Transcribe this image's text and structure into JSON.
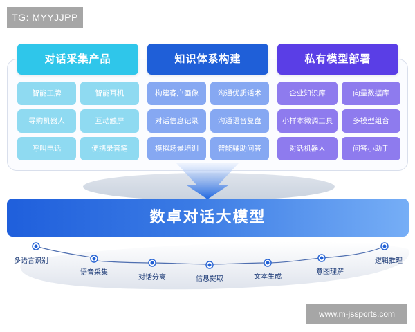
{
  "watermarks": {
    "top": "TG: MYYJJPP",
    "bottom": "www.m-jssports.com"
  },
  "columns": [
    {
      "title": "对话采集产品",
      "color": "#2fc6ea",
      "items": [
        "智能工牌",
        "智能耳机",
        "导购机器人",
        "互动触屏",
        "呼叫电话",
        "便携录音笔"
      ]
    },
    {
      "title": "知识体系构建",
      "color": "#1f5fd8",
      "items": [
        "构建客户画像",
        "沟通优质话术",
        "对话信息记录",
        "沟通语音复盘",
        "模拟场景培训",
        "智能辅助问答"
      ]
    },
    {
      "title": "私有模型部署",
      "color": "#5a3ee6",
      "items": [
        "企业知识库",
        "向量数据库",
        "小样本微调工具",
        "多模型组合",
        "对话机器人",
        "问答小助手"
      ]
    }
  ],
  "model": {
    "title": "数卓对话大模型"
  },
  "capabilities": [
    "多语言识别",
    "语音采集",
    "对话分离",
    "信息提取",
    "文本生成",
    "意图理解",
    "逻辑推理"
  ]
}
